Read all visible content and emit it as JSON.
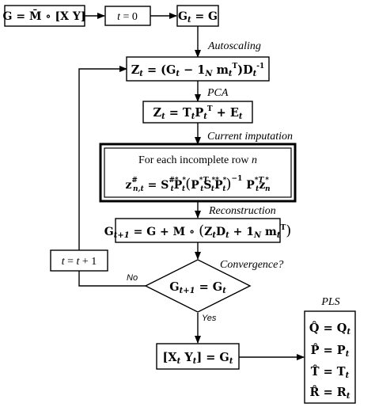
{
  "nodes": {
    "start": "G = M̄ ∘ [X Y]",
    "init_t": "t = 0",
    "init_g": "Gₜ = G",
    "autoscale": "Zₜ = (Gₜ − 1ₙ mₜᵀ) Dₜ⁻¹",
    "pca": "Zₜ = Tₜ Pₜᵀ + Eₜ",
    "impute_header": "For each incomplete row n",
    "impute_eq": "z#ₙ,ₜ = Sₜ#* Pₜ* (Pₜ*ᵀ Sₜ** Pₜ*)⁻¹ Pₜ*ᵀ zₙ*",
    "reconstruct": "Gₜ₊₁ = G + M ∘ (Zₜ Dₜ + 1ₙ mₜᵀ)",
    "increment": "t = t + 1",
    "decision": "Gₜ₊₁ = Gₜ",
    "final": "[Xₜ Yₜ] = Gₜ",
    "pls_q": "Q̂ = Qₜ",
    "pls_p": "P̂ = Pₜ",
    "pls_t": "T̂ = Tₜ",
    "pls_r": "R̂ = Rₜ"
  },
  "labels": {
    "autoscaling": "Autoscaling",
    "pca": "PCA",
    "imputation": "Current imputation",
    "reconstruction": "Reconstruction",
    "convergence": "Convergence?",
    "pls": "PLS",
    "no": "No",
    "yes": "Yes"
  }
}
